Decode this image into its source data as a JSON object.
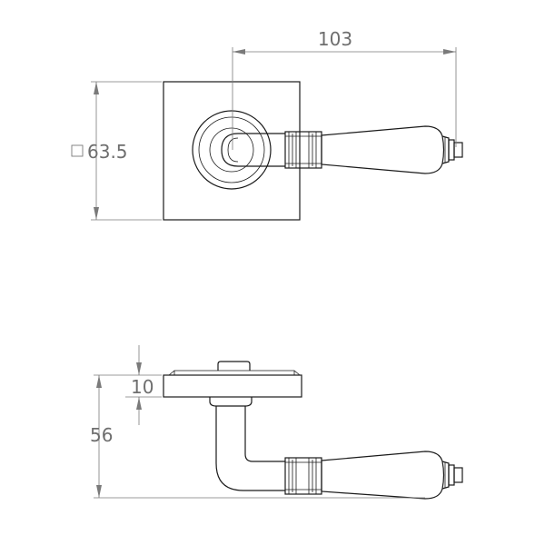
{
  "dimensions": {
    "width_label": "103",
    "rose_size_label": "63.5",
    "rose_size_symbol": "square",
    "rose_thickness_label": "10",
    "projection_label": "56"
  },
  "colors": {
    "outline": "#1a1a1a",
    "dimension": "#7a7a7a",
    "background": "#ffffff"
  }
}
